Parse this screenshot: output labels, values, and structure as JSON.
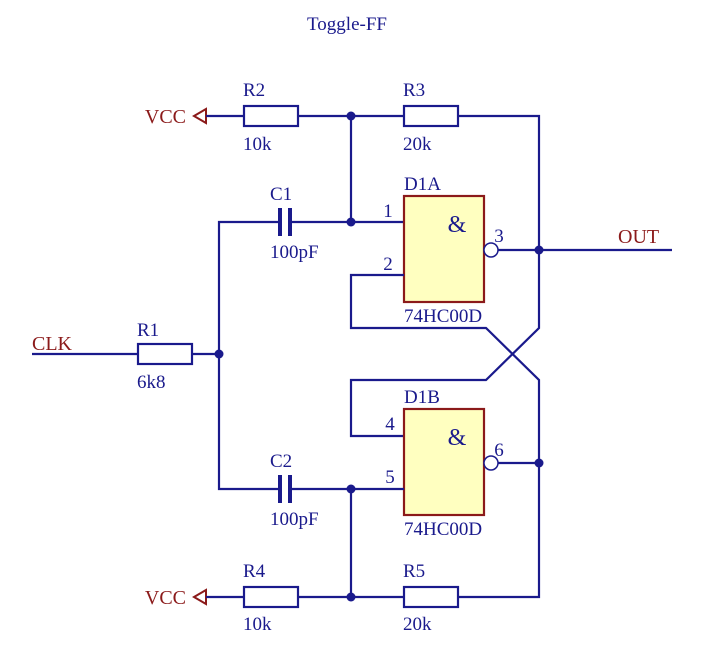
{
  "title": "Toggle-FF",
  "vcc_top": "VCC",
  "vcc_bottom": "VCC",
  "clk": "CLK",
  "out": "OUT",
  "r1": {
    "ref": "R1",
    "value": "6k8"
  },
  "r2": {
    "ref": "R2",
    "value": "10k"
  },
  "r3": {
    "ref": "R3",
    "value": "20k"
  },
  "r4": {
    "ref": "R4",
    "value": "10k"
  },
  "r5": {
    "ref": "R5",
    "value": "20k"
  },
  "c1": {
    "ref": "C1",
    "value": "100pF"
  },
  "c2": {
    "ref": "C2",
    "value": "100pF"
  },
  "d1a": {
    "ref": "D1A",
    "part": "74HC00D",
    "symbol": "&",
    "pins": [
      "1",
      "2",
      "3"
    ]
  },
  "d1b": {
    "ref": "D1B",
    "part": "74HC00D",
    "symbol": "&",
    "pins": [
      "4",
      "5",
      "6"
    ]
  }
}
